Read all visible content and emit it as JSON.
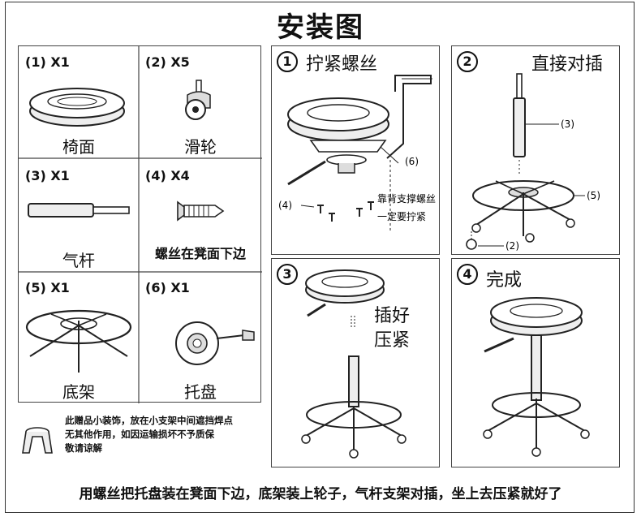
{
  "title": "安装图",
  "parts": [
    {
      "qty": "(1) X1",
      "name": "椅面"
    },
    {
      "qty": "(2) X5",
      "name": "滑轮"
    },
    {
      "qty": "(3) X1",
      "name": "气杆"
    },
    {
      "qty": "(4) X4",
      "name": "螺丝在凳面下边"
    },
    {
      "qty": "(5) X1",
      "name": "底架"
    },
    {
      "qty": "(6) X1",
      "name": "托盘"
    }
  ],
  "note": {
    "line1": "此赠品小装饰，放在小支架中间遮挡焊点",
    "line2": "无其他作用，如因运输损坏不予质保",
    "line3": "敬请谅解"
  },
  "steps": [
    {
      "num": "1",
      "label": "拧紧螺丝",
      "callouts": {
        "c6": "(6)",
        "c4": "(4)"
      },
      "handnote1": "靠背支撑螺丝",
      "handnote2": "一定要拧紧"
    },
    {
      "num": "2",
      "label": "直接对插",
      "callouts": {
        "c3": "(3)",
        "c5": "(5)",
        "c2": "(2)"
      }
    },
    {
      "num": "3",
      "label1": "插好",
      "label2": "压紧"
    },
    {
      "num": "4",
      "label": "完成"
    }
  ],
  "footer": "用螺丝把托盘装在凳面下边，底架装上轮子，气杆支架对插，坐上去压紧就好了"
}
